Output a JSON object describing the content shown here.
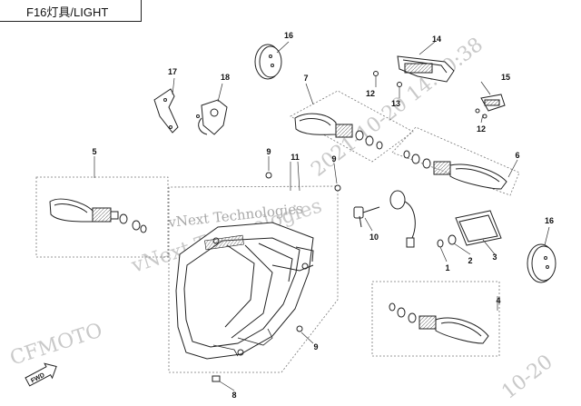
{
  "title": "F16灯具/LIGHT",
  "watermark": {
    "brand": "CFMOTO",
    "company_a": "vNext Technologies",
    "company_b": "vNext Technologies",
    "stamp_a": "2021-10-20 14:50:38",
    "stamp_b": "10-20"
  },
  "fwd_label": "FWD",
  "callouts": [
    "1",
    "2",
    "3",
    "4",
    "5",
    "6",
    "7",
    "8",
    "9",
    "9",
    "9",
    "10",
    "11",
    "12",
    "12",
    "13",
    "14",
    "15",
    "16",
    "16",
    "17",
    "18"
  ]
}
